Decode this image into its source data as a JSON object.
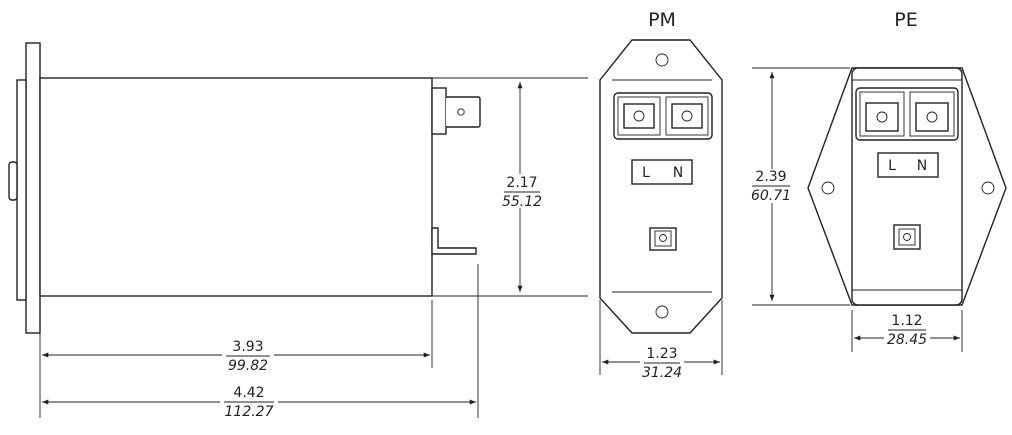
{
  "views": {
    "pm_title": "PM",
    "pe_title": "PE"
  },
  "terminals": {
    "pm_line": "L",
    "pm_neutral": "N",
    "pe_line": "L",
    "pe_neutral": "N"
  },
  "dimensions": {
    "side_height_in": "2.17",
    "side_height_mm": "55.12",
    "body_length_in": "3.93",
    "body_length_mm": "99.82",
    "overall_length_in": "4.42",
    "overall_length_mm": "112.27",
    "pm_width_in": "1.23",
    "pm_width_mm": "31.24",
    "pe_height_in": "2.39",
    "pe_height_mm": "60.71",
    "pe_width_in": "1.12",
    "pe_width_mm": "28.45"
  }
}
